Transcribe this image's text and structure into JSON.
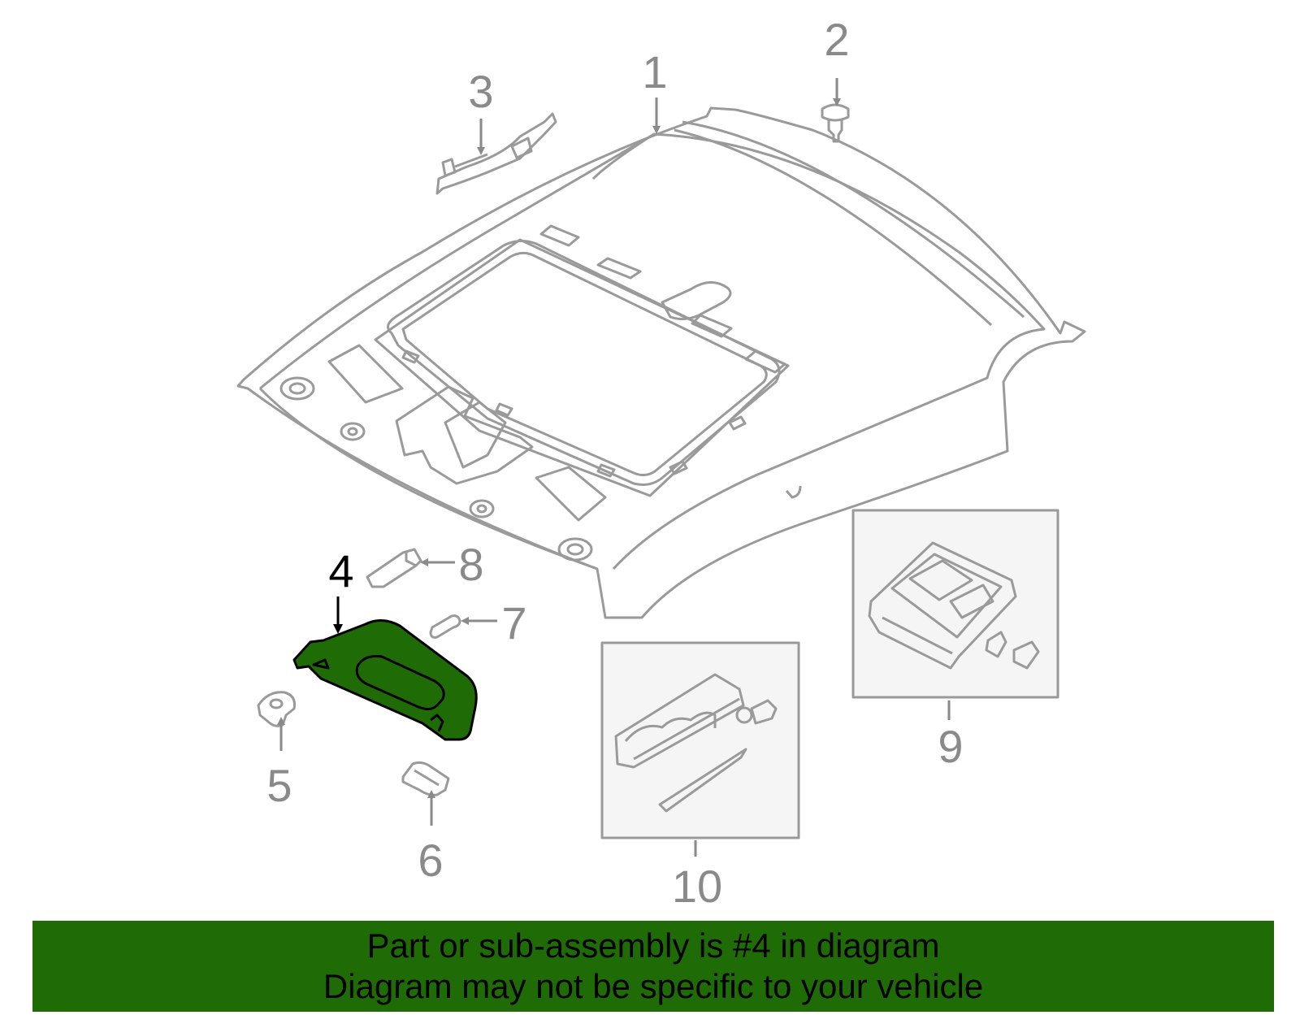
{
  "diagram": {
    "callouts": [
      {
        "id": "1",
        "label": "1"
      },
      {
        "id": "2",
        "label": "2"
      },
      {
        "id": "3",
        "label": "3"
      },
      {
        "id": "4",
        "label": "4",
        "highlighted": true
      },
      {
        "id": "5",
        "label": "5"
      },
      {
        "id": "6",
        "label": "6"
      },
      {
        "id": "7",
        "label": "7"
      },
      {
        "id": "8",
        "label": "8"
      },
      {
        "id": "9",
        "label": "9"
      },
      {
        "id": "10",
        "label": "10"
      }
    ],
    "colors": {
      "line": "#9a9a9a",
      "callout_text": "#8a8a8a",
      "highlight_fill": "#1f6b06",
      "highlight_text": "#000000",
      "inset_fill": "#f5f5f5"
    }
  },
  "banner": {
    "line1": "Part or sub-assembly is #4 in diagram",
    "line2": "Diagram may not be specific to your vehicle",
    "color": "#1f6b06"
  }
}
